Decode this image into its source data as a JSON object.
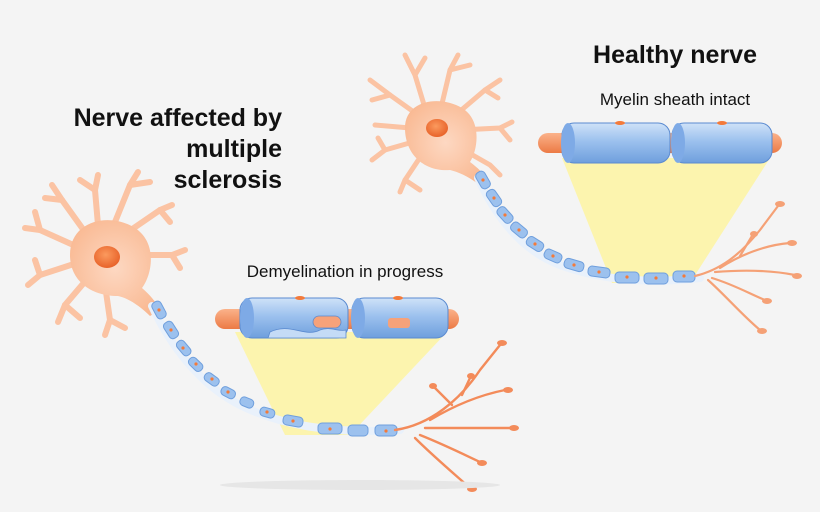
{
  "healthy": {
    "title": "Healthy nerve",
    "caption": "Myelin sheath intact"
  },
  "ms": {
    "title_lines": [
      "Nerve affected by",
      "multiple",
      "sclerosis"
    ],
    "caption": "Demyelination in progress"
  },
  "colors": {
    "background": "#f4f4f4",
    "neuron_body": "#fbc3a3",
    "nucleus": "#f37a3a",
    "axon_terminal": "#f5a176",
    "myelin": "#8fb8ea",
    "myelin_highlight": "#c4dbf6",
    "axon_core": "#f38b5a",
    "magnify_cone": "#fdf4a6",
    "damage": "#f6a27a"
  },
  "icons": {
    "healthy_neuron": "neuron-icon",
    "ms_neuron": "neuron-icon"
  }
}
